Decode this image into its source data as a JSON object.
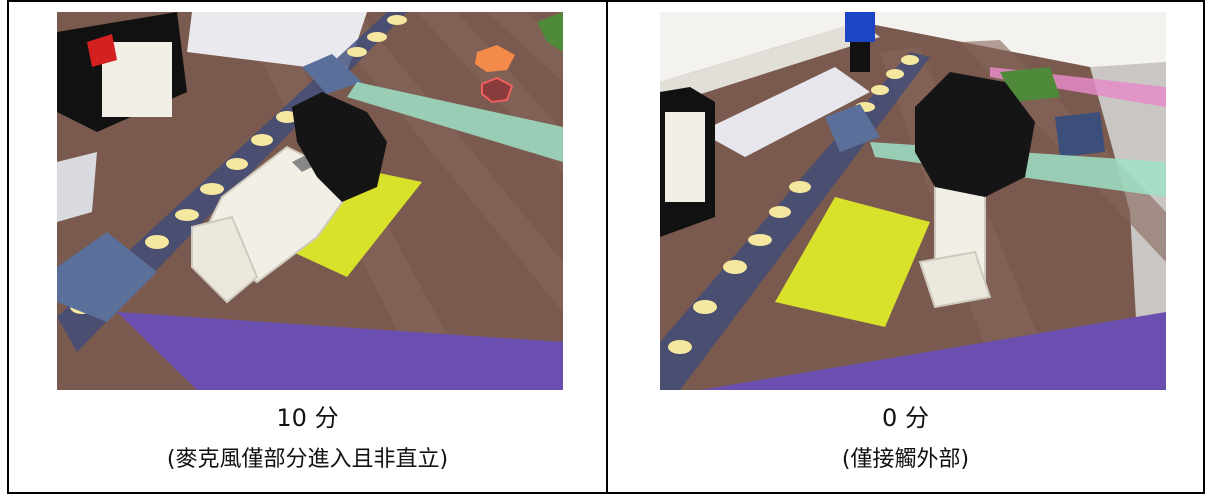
{
  "cells": [
    {
      "score": "10 分",
      "note": "(麥克風僅部分進入且非直立)",
      "photo_icon": "lego-microphone-lying-photo"
    },
    {
      "score": "0 分",
      "note": "(僅接觸外部)",
      "photo_icon": "lego-microphone-standing-photo"
    }
  ],
  "colors": {
    "mat": "#7a5a4e",
    "target_zone": "#d9e22a",
    "purple_beam": "#6a4fb0",
    "teal_beam": "#9fe0c8",
    "blue_tile": "#5a6f99",
    "border": "#000000"
  }
}
